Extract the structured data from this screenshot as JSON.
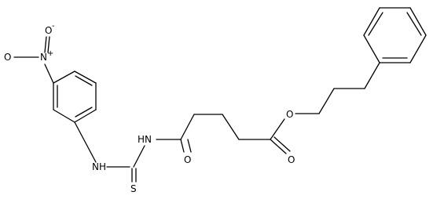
{
  "molecule": {
    "atoms": {
      "o_nitro_top": "O",
      "o_nitro_top_charge": "-",
      "n_nitro": "N",
      "n_nitro_charge": "+",
      "o_nitro_left": "O",
      "nh_aryl": "NH",
      "s_thio": "S",
      "nh_acyl": "HN",
      "o_amide": "O",
      "o_ester_carbonyl": "O",
      "o_ester": "O"
    }
  }
}
